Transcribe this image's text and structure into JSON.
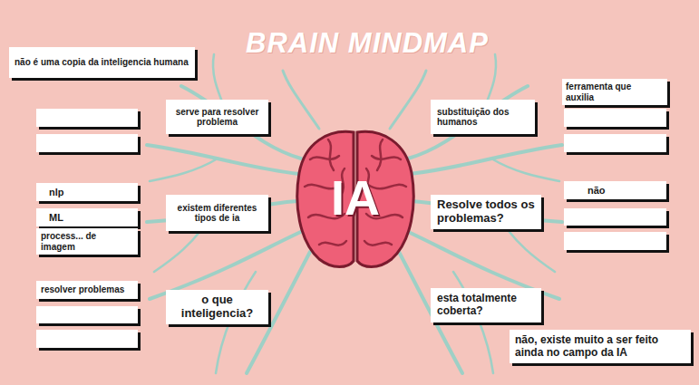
{
  "diagram": {
    "title": "BRAIN MINDMAP",
    "nodes": [
      {
        "text": [
          "não é uma copia da inteligencia humana"
        ]
      },
      {
        "text": [
          "ferramenta que auxilia"
        ]
      },
      {
        "text": [
          "serve para resolver problema"
        ]
      },
      {
        "text": [
          "substituição dos humanos"
        ]
      },
      {
        "text": [
          "IA"
        ]
      },
      {
        "text": [
          "nlp"
        ]
      },
      {
        "text": [
          "existem diferentes tipos de ia"
        ]
      },
      {
        "text": [
          "Resolve todos os problemas?"
        ]
      },
      {
        "text": [
          "não"
        ]
      },
      {
        "text": [
          "ML"
        ]
      },
      {
        "text": [
          "process... de imagem"
        ]
      },
      {
        "text": [
          "resolver problemas"
        ]
      },
      {
        "text": [
          "o que inteligencia?"
        ]
      },
      {
        "text": [
          "esta totalmente coberta?"
        ]
      },
      {
        "text": [
          "não, existe muito a ser feito ainda no campo da IA"
        ]
      }
    ]
  }
}
